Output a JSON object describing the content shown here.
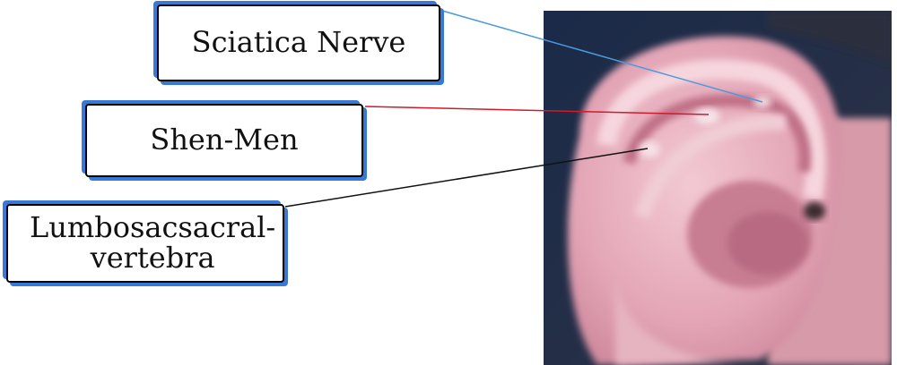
{
  "labels": {
    "sciatica": "Sciatica Nerve",
    "shenmen": "Shen-Men",
    "lumbo_line1": "Lumbosacsacral-",
    "lumbo_line2": "vertebra"
  },
  "colors": {
    "box_shadow_accent": "#3a78d8",
    "line_sciatica": "#4a9ae0",
    "line_shenmen": "#d11a2a",
    "line_lumbo": "#111111",
    "skin_light": "#e9b8c4",
    "skin_mid": "#d88ea3",
    "background_dark": "#1d2a44"
  }
}
